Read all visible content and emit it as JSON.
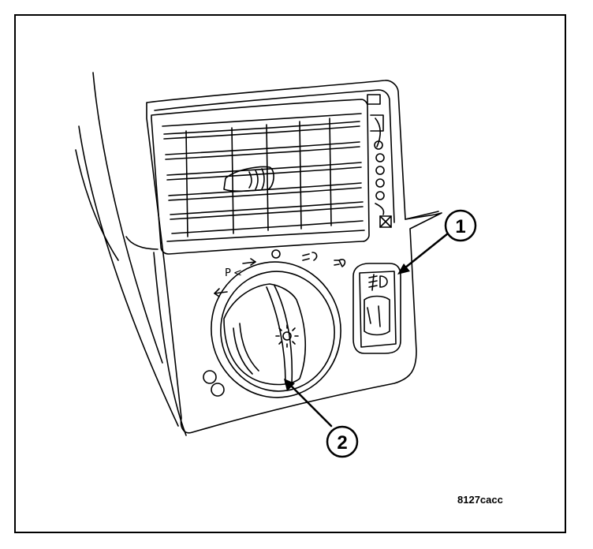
{
  "callouts": [
    {
      "label": "1"
    },
    {
      "label": "2"
    }
  ],
  "figure_id": "8127cacc",
  "knob_positions": {
    "off": "O",
    "park": "P",
    "headlamp_symbol": "headlamp-icon"
  },
  "colors": {
    "line": "#000000",
    "background": "#ffffff"
  }
}
